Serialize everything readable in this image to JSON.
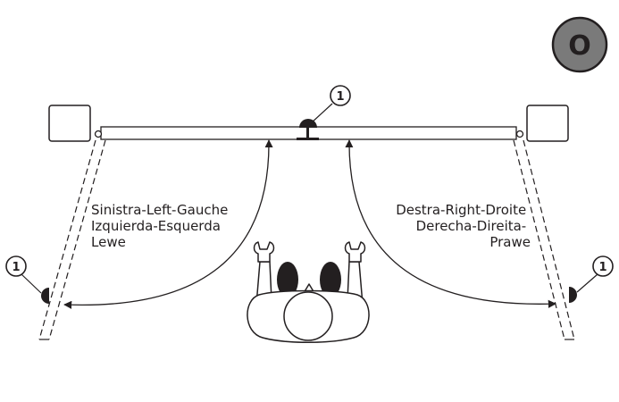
{
  "badge": {
    "letter": "O",
    "fill": "#7a7a7a"
  },
  "callout_number": "1",
  "left_side": {
    "lines": [
      "Sinistra-Left-Gauche",
      "Izquierda-Esquerda",
      "Lewe"
    ]
  },
  "right_side": {
    "lines": [
      "Destra-Right-Droite",
      "Derecha-Direita-",
      "Prawe"
    ]
  },
  "colors": {
    "ink": "#231f20",
    "paper": "#ffffff"
  }
}
